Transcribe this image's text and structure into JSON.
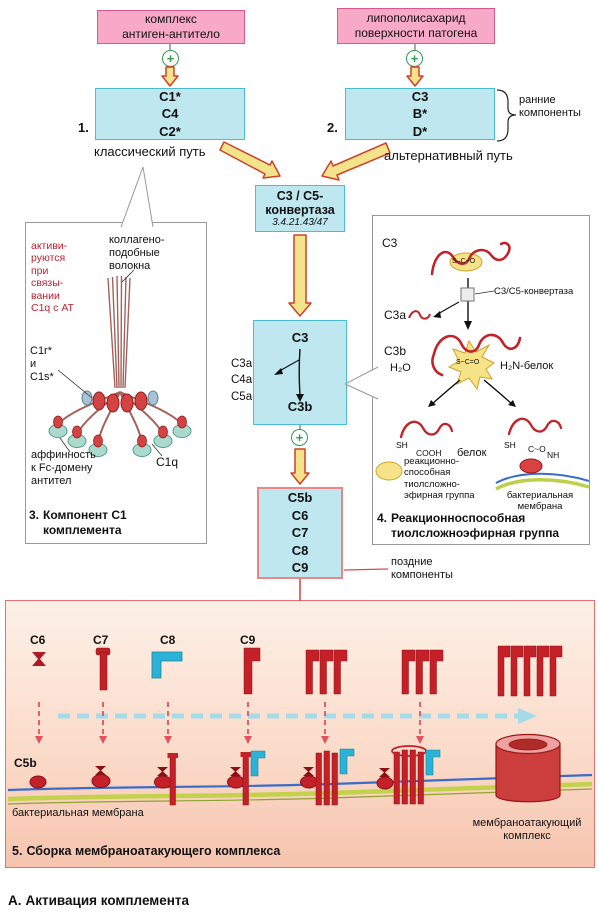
{
  "flow": {
    "antigen_box": "комплекс\nантиген-антитело",
    "lps_box": "липополисахарид\nповерхности патогена",
    "plus": "+",
    "num1": "1.",
    "num2": "2.",
    "complex1": "C1*\nC4\nC2*",
    "complex2": "C3\nB*\nD*",
    "early_label": "ранние\nкомпоненты",
    "classical_path": "классический путь",
    "alternative_path": "альтернативный путь",
    "convertase_name": "C3 / C5-\nконвертаза",
    "convertase_ec": "3.4.21.43/47",
    "c3": "C3",
    "c3b": "C3b",
    "byproducts": "C3a\nC4a\nC5a",
    "late_components": "C5b\nC6\nC7\nC8\nC9",
    "late_label": "поздние\nкомпоненты"
  },
  "panel3": {
    "activation_note": "активи-\nруются\nпри\nсвязы-\nвании\nC1q с АТ",
    "collagen_label": "коллагено-\nподобные\nволокна",
    "c1rs_label": "C1r*\nи\nC1s*",
    "affinity_label": "аффинность\nк Fc-домену\nантител",
    "c1q_label": "C1q",
    "num": "3.",
    "caption": "Компонент C1\nкомплемента"
  },
  "panel4": {
    "c3_label": "C3",
    "thioester_top": "S–C~O",
    "convertase_label": "C3/C5-конвертаза",
    "c3a_label": "C3a",
    "c3b_label": "C3b",
    "thioester_mid": "S~C=O",
    "h2o_label": "H₂O",
    "h2n_label": "H₂N-белок",
    "sh_left": "SH",
    "cooh": "COOH",
    "sh_right": "SH",
    "co": "C~O",
    "nh": "NH",
    "protein_label": "белок",
    "legend_thioester": "реакционно-\nспособная\nтиолсложно-\nэфирная группа",
    "legend_membrane": "бактериальная\nмембрана",
    "num": "4.",
    "caption": "Реакционноспособная\nтиолсложноэфирная группа"
  },
  "panel5": {
    "c6": "C6",
    "c7": "C7",
    "c8": "C8",
    "c9": "C9",
    "c5b": "C5b",
    "membrane_label": "бактериальная мембрана",
    "mac_label": "мембраноатакующий\nкомплекс",
    "num": "5.",
    "caption": "Сборка мембраноатакующего комплекса"
  },
  "title": {
    "num": "А.",
    "text": "Активация комплемента"
  },
  "colors": {
    "pink_box": "#f7a9c7",
    "cyan_box": "#bfe7f0",
    "arrow_yellow": "#f3e48c",
    "arrow_outline": "#d04028",
    "plus_green": "#2f9e4f",
    "protein_red": "#c42028",
    "c8_cyan": "#2cb2d6",
    "membrane_green": "#c2d24a",
    "membrane_blue": "#3a6cc8",
    "late_border": "#ef8686"
  }
}
